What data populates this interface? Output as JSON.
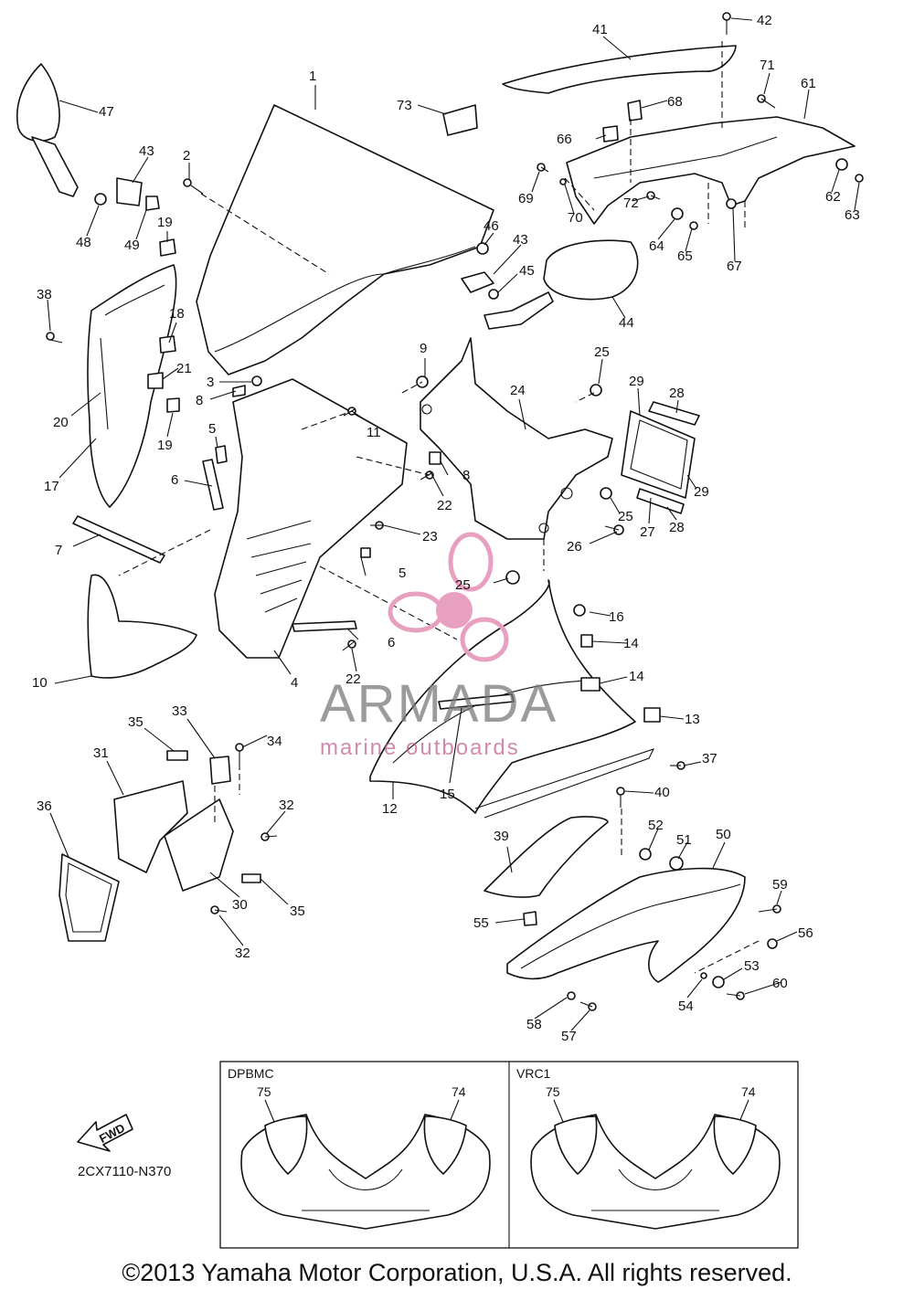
{
  "diagram_code": "2CX7110-N370",
  "copyright": "©2013 Yamaha Motor Corporation, U.S.A. All rights reserved.",
  "watermark": {
    "brand": "ARMADA",
    "tagline": "marine outboards"
  },
  "fwd_label": "FWD",
  "insets": [
    {
      "label": "DPBMC",
      "callouts": [
        "75",
        "74"
      ]
    },
    {
      "label": "VRC1",
      "callouts": [
        "75",
        "74"
      ]
    }
  ],
  "callouts": [
    "1",
    "2",
    "3",
    "4",
    "5",
    "5",
    "6",
    "6",
    "7",
    "8",
    "8",
    "9",
    "10",
    "11",
    "12",
    "13",
    "14",
    "14",
    "15",
    "16",
    "17",
    "18",
    "19",
    "19",
    "20",
    "21",
    "22",
    "22",
    "23",
    "24",
    "25",
    "25",
    "25",
    "26",
    "27",
    "28",
    "28",
    "29",
    "29",
    "30",
    "31",
    "32",
    "32",
    "33",
    "34",
    "35",
    "35",
    "36",
    "37",
    "38",
    "39",
    "40",
    "41",
    "42",
    "43",
    "43",
    "44",
    "45",
    "46",
    "47",
    "48",
    "49",
    "50",
    "51",
    "52",
    "53",
    "54",
    "55",
    "56",
    "57",
    "58",
    "59",
    "60",
    "61",
    "62",
    "63",
    "64",
    "65",
    "66",
    "67",
    "68",
    "69",
    "70",
    "71",
    "72",
    "73"
  ],
  "colors": {
    "line": "#111111",
    "watermark_text": "#7a7a7a",
    "watermark_accent": "#e8a0c0"
  }
}
